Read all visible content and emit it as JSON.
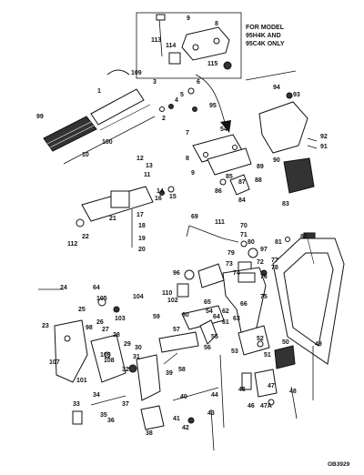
{
  "inset": {
    "note_lines": [
      "FOR MODEL",
      "95H4K AND",
      "95C4K ONLY"
    ],
    "callouts": [
      "113",
      "9",
      "114",
      "8",
      "115"
    ]
  },
  "callouts": {
    "c1": "1",
    "c109": "109",
    "c99": "99",
    "c100": "100",
    "c10": "10",
    "c3": "3",
    "c6": "6",
    "c5": "5",
    "c4": "4",
    "c2": "2",
    "c7": "7",
    "c95": "95",
    "c94": "94",
    "c93": "93",
    "c92": "92",
    "c91": "91",
    "c89": "89",
    "c88": "88",
    "c90": "90",
    "c83": "83",
    "c86": "86",
    "c85": "85",
    "c87": "87",
    "c84": "84",
    "c12": "12",
    "c13": "13",
    "c11": "11",
    "c14": "14",
    "c16": "16",
    "c15": "15",
    "c17": "17",
    "c18": "18",
    "c19": "19",
    "c20": "20",
    "c21": "21",
    "c22": "22",
    "c112": "112",
    "c69": "69",
    "c111": "111",
    "c70": "70",
    "c71": "71",
    "c80": "80",
    "c97": "97",
    "c79": "79",
    "c73": "73",
    "c72": "72",
    "c81": "81",
    "c82": "82",
    "c77": "77",
    "c78": "78",
    "c96": "96",
    "c74": "74",
    "c76": "76",
    "c75": "75",
    "c110": "110",
    "c65": "65",
    "c102": "102",
    "c60": "60",
    "c54b": "54",
    "c55": "55",
    "c56": "56",
    "c53": "53",
    "c52": "52",
    "c51": "51",
    "c50": "50",
    "c49": "49",
    "c24": "24",
    "c64": "64",
    "c105": "105",
    "c104": "104",
    "c103": "103",
    "c23": "23",
    "c25": "25",
    "c98": "98",
    "c26": "26",
    "c27": "27",
    "c28": "28",
    "c106": "106",
    "c108": "108",
    "c107": "107",
    "c101": "101",
    "c29": "29",
    "c30": "30",
    "c31": "31",
    "c32": "32",
    "c59": "59",
    "c57": "57",
    "c58": "58",
    "c66": "66",
    "c63": "63",
    "c62": "62",
    "c61": "61",
    "c64b": "64",
    "c39": "39",
    "c44": "44",
    "c45": "45",
    "c46": "46",
    "c47": "47",
    "c47a": "47A",
    "c48": "48",
    "c33": "33",
    "c34": "34",
    "c35": "35",
    "c36": "36",
    "c37": "37",
    "c38": "38",
    "c40": "40",
    "c41": "41",
    "c42": "42",
    "c43": "43",
    "c54": "54",
    "c9": "9",
    "c8": "8"
  },
  "figure_code": "OB3929",
  "colors": {
    "ink": "#111111",
    "paper": "#ffffff"
  }
}
